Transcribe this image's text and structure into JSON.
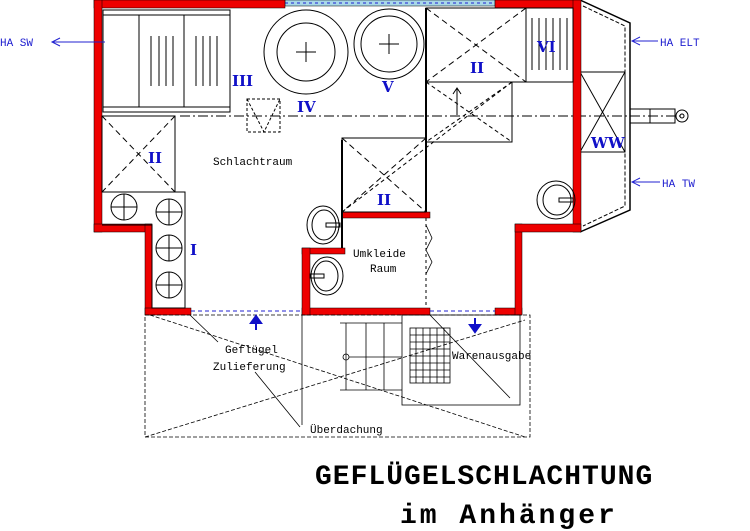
{
  "title": {
    "line1": "GEFLÜGELSCHLACHTUNG",
    "line2": "im Anhänger"
  },
  "rooms": {
    "main": "Schlachtraum",
    "changing_line1": "Umkleide",
    "changing_line2": "Raum"
  },
  "equipment": {
    "I": "I",
    "II_left": "II",
    "II_top": "II",
    "II_middle": "II",
    "III": "III",
    "IV": "IV",
    "V": "V",
    "VI": "VI",
    "WW": "WW"
  },
  "connections": {
    "sw": "HA SW",
    "elt": "HA ELT",
    "tw": "HA TW"
  },
  "outside": {
    "delivery_line1": "Geflügel",
    "delivery_line2": "Zulieferung",
    "output": "Warenausgabe",
    "roof": "Überdachung"
  },
  "colors": {
    "wall": "#ee0000",
    "label": "#1010c8",
    "window": "#a8d8e8"
  }
}
